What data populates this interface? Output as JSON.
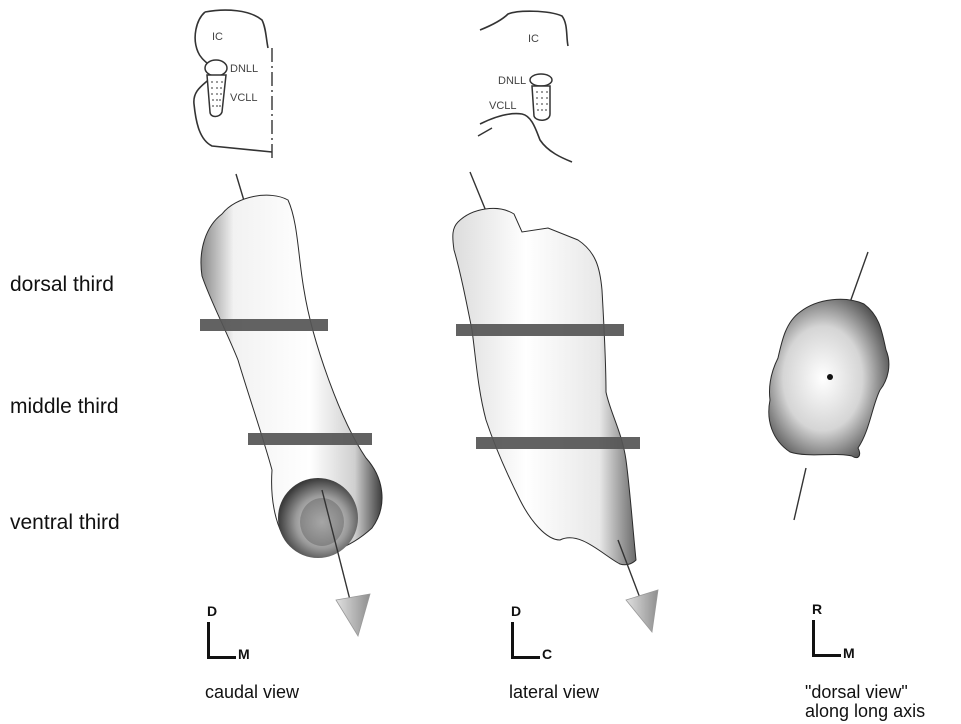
{
  "row_labels": {
    "dorsal": "dorsal third",
    "middle": "middle third",
    "ventral": "ventral third"
  },
  "insets": {
    "caudal": {
      "ic": "IC",
      "dnll": "DNLL",
      "vcll": "VCLL"
    },
    "lateral": {
      "ic": "IC",
      "dnll": "DNLL",
      "vcll": "VCLL"
    }
  },
  "views": {
    "caudal": {
      "axis_vertical": "D",
      "axis_horizontal": "M",
      "label": "caudal view"
    },
    "lateral": {
      "axis_vertical": "D",
      "axis_horizontal": "C",
      "label": "lateral view"
    },
    "dorsal": {
      "axis_vertical": "R",
      "axis_horizontal": "M",
      "label_line1": "\"dorsal view\"",
      "label_line2": "along long axis"
    }
  },
  "colors": {
    "shape_light": "#f2f2f2",
    "shape_dark": "#4a4a4a",
    "plane": "#555555",
    "arrow": "#b5b5b5",
    "line": "#222222"
  }
}
